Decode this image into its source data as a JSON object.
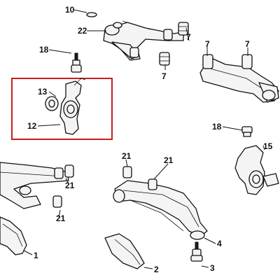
{
  "highlight_color": "#c81e1e",
  "callouts": {
    "c10": "10",
    "c22": "22",
    "c7a": "7",
    "c7b": "7",
    "c18a": "18",
    "c7c": "7",
    "c7d": "7",
    "c13": "13",
    "c12": "12",
    "c18b": "18",
    "c15": "15",
    "c21a": "21",
    "c21b": "21",
    "c21c": "21",
    "c21d": "21",
    "c1": "1",
    "c2": "2",
    "c3": "3",
    "c4": "4"
  }
}
